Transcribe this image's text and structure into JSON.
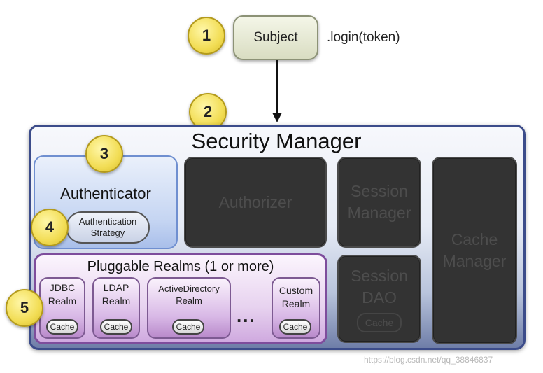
{
  "markers": [
    "1",
    "2",
    "3",
    "4",
    "5"
  ],
  "subject": {
    "label": "Subject",
    "call": ".login(token)"
  },
  "security_manager": {
    "title": "Security Manager"
  },
  "authenticator": {
    "label": "Authenticator",
    "strategy_line1": "Authentication",
    "strategy_line2": "Strategy"
  },
  "components": {
    "authorizer": "Authorizer",
    "session_manager_line1": "Session",
    "session_manager_line2": "Manager",
    "session_dao_line1": "Session",
    "session_dao_line2": "DAO",
    "session_dao_cache": "Cache",
    "cache_manager_line1": "Cache",
    "cache_manager_line2": "Manager"
  },
  "realms": {
    "title": "Pluggable Realms (1 or more)",
    "items": [
      {
        "line1": "JDBC",
        "line2": "Realm",
        "cache": "Cache"
      },
      {
        "line1": "LDAP",
        "line2": "Realm",
        "cache": "Cache"
      },
      {
        "line1": "ActiveDirectory",
        "line2": "Realm",
        "cache": "Cache"
      },
      {
        "line1": "Custom",
        "line2": "Realm",
        "cache": "Cache"
      }
    ],
    "ellipsis": "..."
  },
  "watermark": "https://blog.csdn.net/qq_38846837",
  "colors": {
    "number_badge": "#f2dd55",
    "security_manager_border": "#3c4c8a",
    "realms_border": "#7e4d9c",
    "dark_component": "#333333"
  }
}
